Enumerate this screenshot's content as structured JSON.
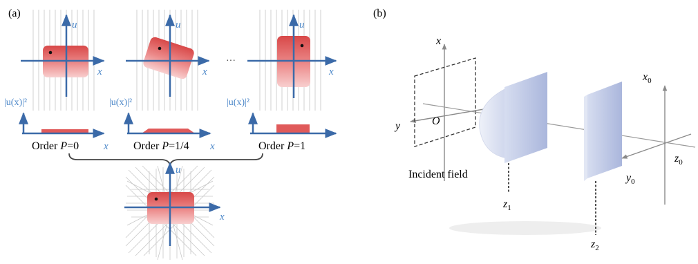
{
  "panel_a": {
    "label": "(a)",
    "axis_u": "u",
    "axis_x": "x",
    "ellipsis": "···",
    "intensity_label": "|u(x)|²",
    "orders": [
      {
        "prefix": "Order ",
        "var": "P",
        "value": "=0"
      },
      {
        "prefix": "Order ",
        "var": "P",
        "value": "=1/4"
      },
      {
        "prefix": "Order ",
        "var": "P",
        "value": "=1"
      }
    ]
  },
  "panel_b": {
    "label": "(b)",
    "axis_x": "x",
    "axis_y": "y",
    "origin": "O",
    "incident_label": "Incident field",
    "z1": "z",
    "z1_sub": "1",
    "z2": "z",
    "z2_sub": "2",
    "x0": "x",
    "x0_sub": "0",
    "y0": "y",
    "y0_sub": "0",
    "z0": "z",
    "z0_sub": "0"
  },
  "colors": {
    "axis_blue": "#3b6aa8",
    "label_blue": "#4a86c8",
    "red": "#e05a5a",
    "red_light": "#f4b6b6",
    "slab_blue": "#c2cce6"
  }
}
